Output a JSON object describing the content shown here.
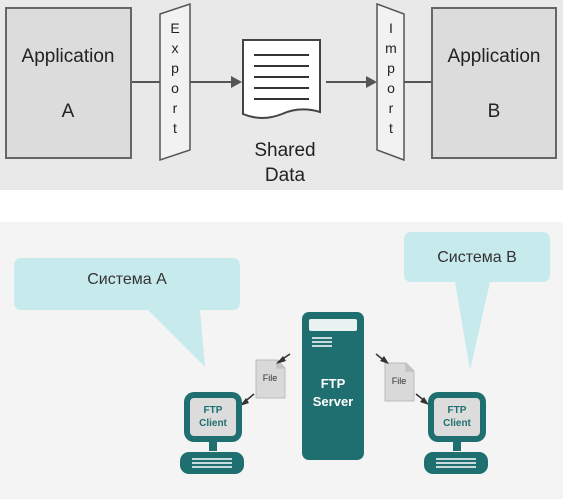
{
  "top_diagram": {
    "app_a": {
      "title": "Application",
      "letter": "A"
    },
    "app_b": {
      "title": "Application",
      "letter": "B"
    },
    "export_letters": [
      "E",
      "x",
      "p",
      "o",
      "r",
      "t"
    ],
    "import_letters": [
      "I",
      "m",
      "p",
      "o",
      "r",
      "t"
    ],
    "shared_data": {
      "line1": "Shared",
      "line2": "Data"
    }
  },
  "bottom_diagram": {
    "system_a_label": "Система А",
    "system_b_label": "Система B",
    "client_left": {
      "line1": "FTP",
      "line2": "Client"
    },
    "client_right": {
      "line1": "FTP",
      "line2": "Client"
    },
    "server": {
      "line1": "FTP",
      "line2": "Server"
    },
    "file_left": "File",
    "file_right": "File"
  },
  "colors": {
    "teal": "#1f6f71",
    "bubble": "#c7eaed",
    "gray_box": "#e2e2e2",
    "file_icon": "#d9d9d9"
  }
}
